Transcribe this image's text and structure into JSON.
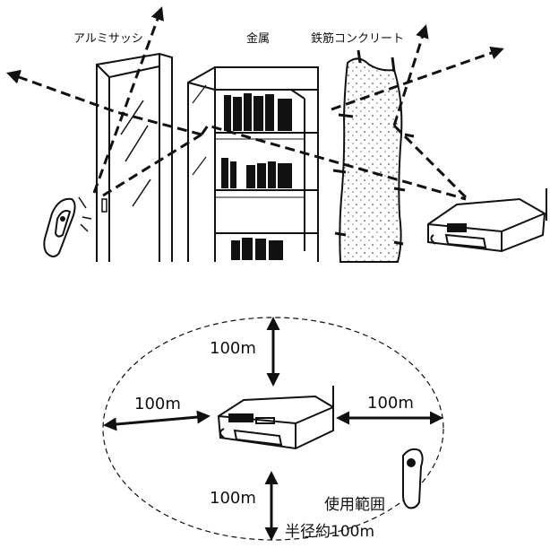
{
  "top_scene": {
    "labels": {
      "aluminum_sash": "アルミサッシ",
      "metal": "金属",
      "reinforced_concrete": "鉄筋コンクリート"
    }
  },
  "range_diagram": {
    "distance_top": "100m",
    "distance_left": "100m",
    "distance_right": "100m",
    "distance_bottom": "100m",
    "range_title": "使用範囲",
    "range_radius": "半径約100m"
  }
}
